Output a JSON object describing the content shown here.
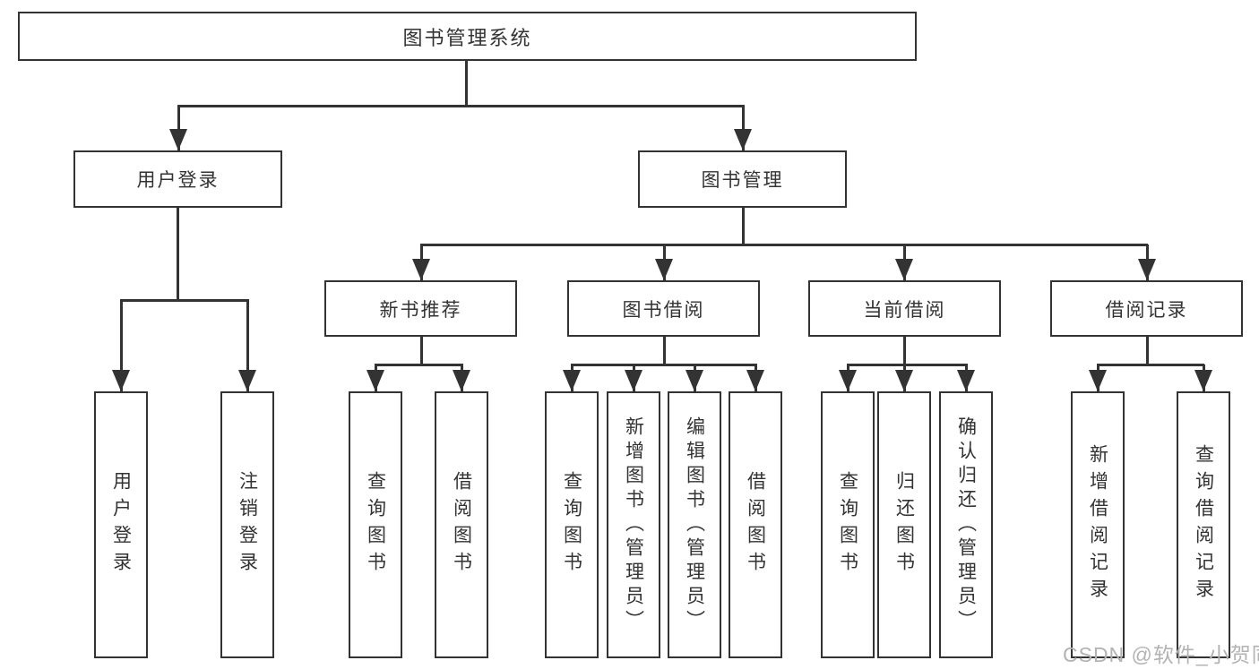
{
  "diagram": {
    "root": {
      "label": "图书管理系统"
    },
    "level2": [
      {
        "label": "用户登录"
      },
      {
        "label": "图书管理"
      }
    ],
    "level3": [
      {
        "label": "新书推荐"
      },
      {
        "label": "图书借阅"
      },
      {
        "label": "当前借阅"
      },
      {
        "label": "借阅记录"
      }
    ],
    "leaves": {
      "user_login": [
        "用户登录",
        "注销登录"
      ],
      "new_books": [
        "查询图书",
        "借阅图书"
      ],
      "book_borrow": [
        "查询图书",
        "新增图书（管理员）",
        "编辑图书（管理员）",
        "借阅图书"
      ],
      "current_borrow": [
        "查询图书",
        "归还图书",
        "确认归还（管理员）"
      ],
      "borrow_records": [
        "新增借阅记录",
        "查询借阅记录"
      ]
    }
  },
  "watermark": {
    "text": "CSDN @软件_小贺同学"
  },
  "colors": {
    "line": "#333333",
    "text": "#333333",
    "watermark": "#b3b3b3",
    "background": "#ffffff"
  }
}
